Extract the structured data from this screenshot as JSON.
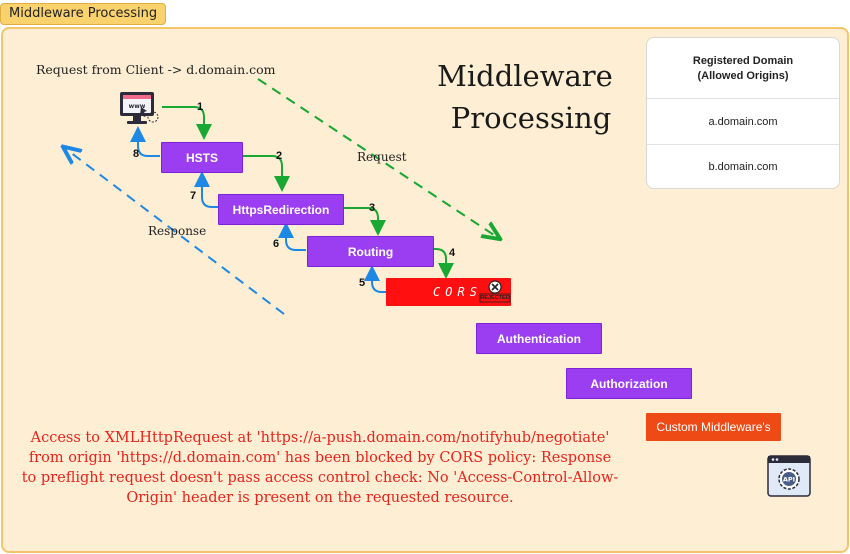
{
  "tab_label": "Middleware Processing",
  "title_line1": "Middleware",
  "title_line2": "Processing",
  "request_from_client": "Request from Client -> d.domain.com",
  "request_label": "Request",
  "response_label": "Response",
  "middleware": {
    "hsts": "HSTS",
    "https_redirection": "HttpsRedirection",
    "routing": "Routing",
    "cors": "CORS",
    "cors_stamp": "REJECTED",
    "authentication": "Authentication",
    "authorization": "Authorization",
    "custom": "Custom Middleware's"
  },
  "steps": [
    "1",
    "2",
    "3",
    "4",
    "5",
    "6",
    "7",
    "8"
  ],
  "registered_domain": {
    "header": [
      "Registered Domain",
      "(Allowed Origins)"
    ],
    "domains": [
      "a.domain.com",
      "b.domain.com"
    ]
  },
  "error_message": "Access to XMLHttpRequest at 'https://a-push.domain.com/notifyhub/negotiate' from origin 'https://d.domain.com' has been blocked by CORS policy: Response to preflight request doesn't pass access control check: No 'Access-Control-Allow-Origin' header is present on the requested resource.",
  "colors": {
    "background": "#feeed4",
    "border": "#f4c56a",
    "middleware_purple": "#9b3df0",
    "cors_red": "#ff0f0f",
    "custom_orange": "#ee4a16",
    "request_arrow_green": "#1aa834",
    "response_arrow_blue": "#1e88e5",
    "error_text": "#e8231b"
  },
  "icons": [
    "computer-www-icon",
    "api-gear-icon",
    "rejected-stamp-icon"
  ]
}
